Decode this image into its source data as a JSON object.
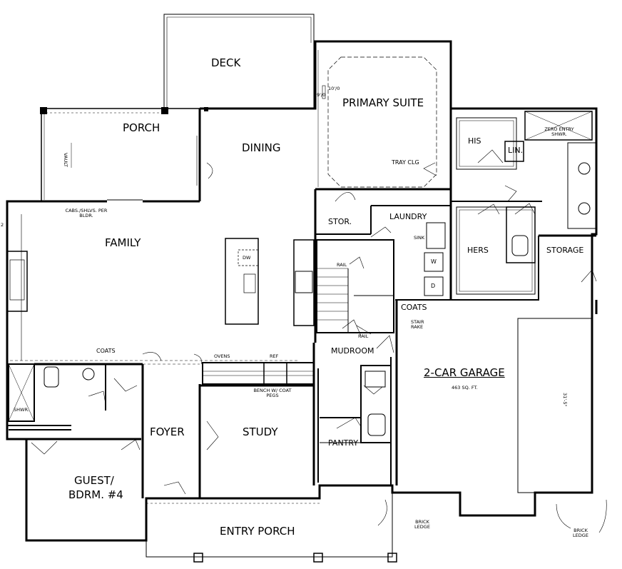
{
  "rooms": {
    "deck": "DECK",
    "porch": "PORCH",
    "vault": "VAULT",
    "dining": "DINING",
    "primary_suite": "PRIMARY SUITE",
    "tray_clg": "TRAY CLG",
    "ceiling_10": "10'/0",
    "ceiling_9": "9'/0",
    "his": "HIS",
    "lin": "LIN.",
    "zero_entry_shwr": "ZERO ENTRY SHWR.",
    "family": "FAMILY",
    "cabs_shlvs": "CABS./SHLVS. PER BLDR.",
    "dw": "DW",
    "stor": "STOR.",
    "laundry": "LAUNDRY",
    "sink": "SINK",
    "w": "W",
    "d": "D",
    "hers": "HERS",
    "storage": "STORAGE",
    "rail_top": "RAIL",
    "rail_bottom": "RAIL",
    "coats_hall": "COATS",
    "stair_rake": "STAIR RAKE",
    "coats_family": "COATS",
    "mudroom": "MUDROOM",
    "ovens": "OVENS",
    "ref": "REF",
    "bench": "BENCH W/ COAT PEGS",
    "garage": "2-CAR GARAGE",
    "garage_area": "463 SQ. FT.",
    "garage_dim": "31'-5\"",
    "shwr": "SHWR.",
    "foyer": "FOYER",
    "study": "STUDY",
    "pantry": "PANTRY",
    "guest": "GUEST/",
    "bdrm": "BDRM. #4",
    "entry_porch": "ENTRY PORCH",
    "brick_ledge_1": "BRICK LEDGE",
    "brick_ledge_2": "BRICK LEDGE",
    "edge_mark": "2"
  }
}
